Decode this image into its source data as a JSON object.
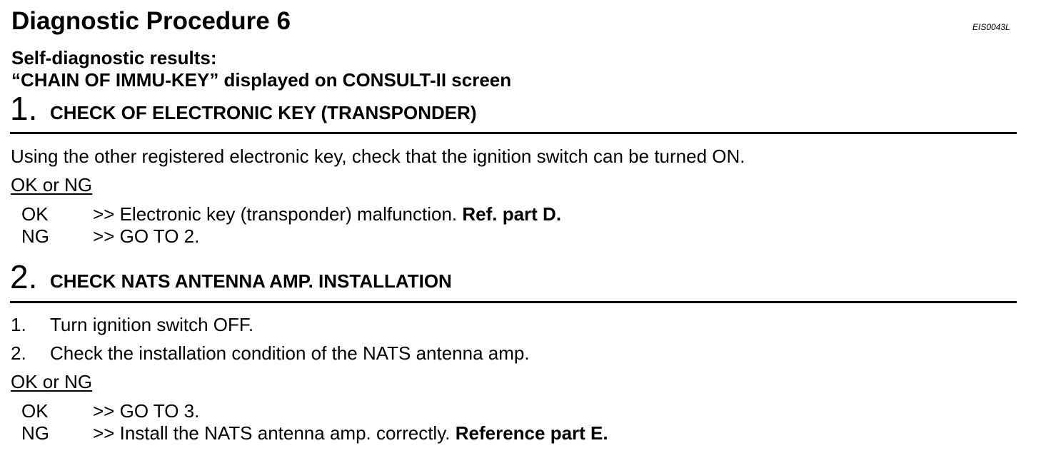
{
  "page": {
    "title": "Diagnostic Procedure 6",
    "doc_id": "EIS0043L",
    "subtitle_line1": "Self-diagnostic results:",
    "subtitle_line2": "“CHAIN OF IMMU-KEY” displayed on CONSULT-II screen"
  },
  "steps": [
    {
      "number": "1.",
      "title": "CHECK OF ELECTRONIC KEY (TRANSPONDER)",
      "instruction": "Using the other registered electronic key, check that the ignition switch can be turned ON.",
      "ok_or_ng": "OK or NG",
      "results": [
        {
          "label": "OK",
          "text": ">> Electronic key (transponder) malfunction. ",
          "ref": "Ref. part D."
        },
        {
          "label": "NG",
          "text": ">> GO TO 2.",
          "ref": ""
        }
      ]
    },
    {
      "number": "2.",
      "title": "CHECK NATS ANTENNA AMP. INSTALLATION",
      "instructions": [
        {
          "num": "1.",
          "text": "Turn ignition switch OFF."
        },
        {
          "num": "2.",
          "text": "Check the installation condition of the NATS antenna amp."
        }
      ],
      "ok_or_ng": "OK or NG",
      "results": [
        {
          "label": "OK",
          "text": ">> GO TO 3.",
          "ref": ""
        },
        {
          "label": "NG",
          "text": ">> Install the NATS antenna amp. correctly. ",
          "ref": "Reference part E."
        }
      ]
    }
  ]
}
